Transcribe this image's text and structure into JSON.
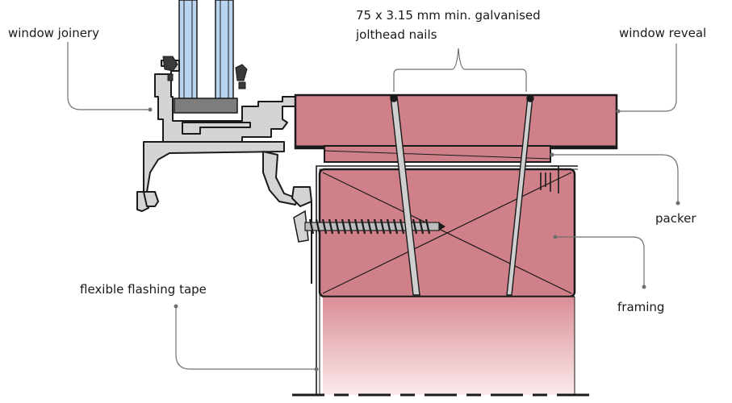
{
  "labels": {
    "window_joinery": "window joinery",
    "nails_line1": "75 x 3.15 mm min. galvanised",
    "nails_line2": "jolthead nails",
    "window_reveal": "window reveal",
    "packer": "packer",
    "framing": "framing",
    "flashing_tape": "flexible flashing tape"
  },
  "colors": {
    "timber": "#cf8088",
    "timber_light": "#f2d6d8",
    "glass": "#b9d4ee",
    "aluminium": "#d4d4d4",
    "gasket": "#3a3a3a",
    "outline": "#1a1a1a",
    "leader": "#6f6f6f"
  }
}
